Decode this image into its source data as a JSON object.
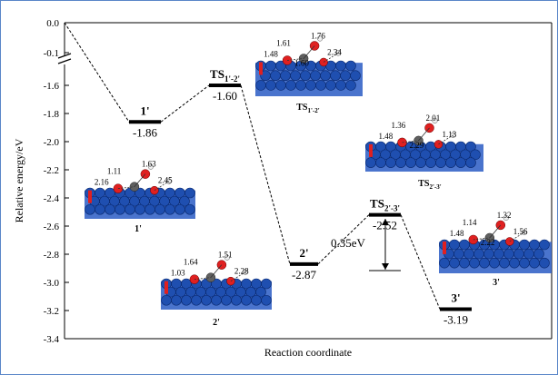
{
  "figure": {
    "y_axis_label": "Relative energy/eV",
    "x_axis_label": "Reaction coordinate",
    "y_ticks_upper": [
      "0.0",
      "-0.1"
    ],
    "y_ticks_lower": [
      "-1.6",
      "-1.8",
      "-2.0",
      "-2.2",
      "-2.4",
      "-2.6",
      "-2.8",
      "-3.0",
      "-3.2",
      "-3.4"
    ],
    "barrier_label": "0.35eV",
    "colors": {
      "surface_atom": "#1f4fb0",
      "oxygen": "#e02020",
      "carbon": "#606060",
      "hydrogen": "#f0f0f0",
      "frame": "#5a86c8"
    }
  },
  "chart_data": {
    "type": "energy_profile",
    "xlabel": "Reaction coordinate",
    "ylabel": "Relative energy/eV",
    "ylim_lower": [
      -3.4,
      -1.6
    ],
    "ylim_upper": [
      -0.1,
      0.0
    ],
    "y_break": true,
    "start_energy": 0.0,
    "states": [
      {
        "main": "1'",
        "sub": "",
        "energy": -1.86,
        "energy_label": "-1.86"
      },
      {
        "main": "TS",
        "sub": "1'-2'",
        "energy": -1.6,
        "energy_label": "-1.60"
      },
      {
        "main": "2'",
        "sub": "",
        "energy": -2.87,
        "energy_label": "-2.87"
      },
      {
        "main": "TS",
        "sub": "2'-3'",
        "energy": -2.52,
        "energy_label": "-2.52"
      },
      {
        "main": "3'",
        "sub": "",
        "energy": -3.19,
        "energy_label": "-3.19"
      }
    ],
    "structures": [
      {
        "caption_main": "1'",
        "caption_sub": "",
        "distances": [
          "1.11",
          "1.63",
          "2.16",
          "2.45"
        ]
      },
      {
        "caption_main": "TS",
        "caption_sub": "1'-2'",
        "distances": [
          "1.61",
          "1.76",
          "1.48",
          "2.34",
          "1.60"
        ]
      },
      {
        "caption_main": "2'",
        "caption_sub": "",
        "distances": [
          "1.64",
          "1.51",
          "1.03",
          "2.28"
        ]
      },
      {
        "caption_main": "TS",
        "caption_sub": "2'-3'",
        "distances": [
          "1.36",
          "2.01",
          "1.48",
          "1.13",
          "2.29"
        ]
      },
      {
        "caption_main": "3'",
        "caption_sub": "",
        "distances": [
          "1.14",
          "1.32",
          "1.48",
          "1.56",
          "2.22"
        ]
      }
    ]
  }
}
